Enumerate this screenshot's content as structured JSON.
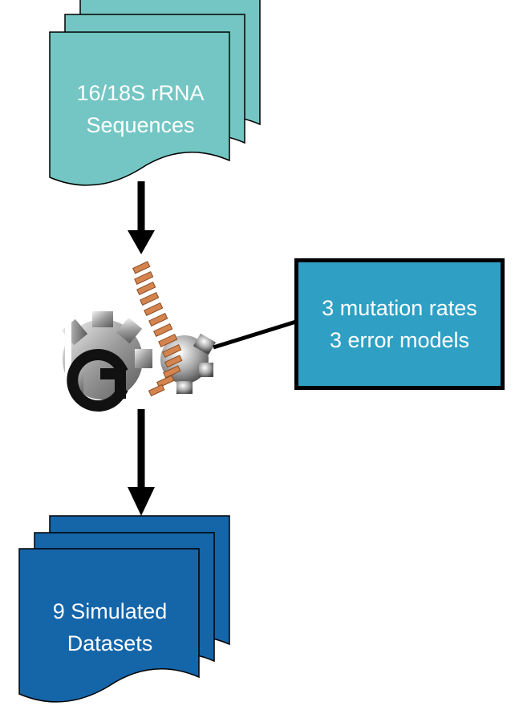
{
  "input_doc": {
    "line1": "16/18S rRNA",
    "line2": "Sequences",
    "fill_color": "#73c6c3"
  },
  "simulator": {
    "icon": "gear-dna-logo-icon",
    "letter": "G"
  },
  "parameters": {
    "line1": "3 mutation rates",
    "line2": "3 error models",
    "fill_color": "#2fa0c4"
  },
  "output_doc": {
    "line1": "9 Simulated",
    "line2": "Datasets",
    "fill_color": "#1565a9"
  }
}
